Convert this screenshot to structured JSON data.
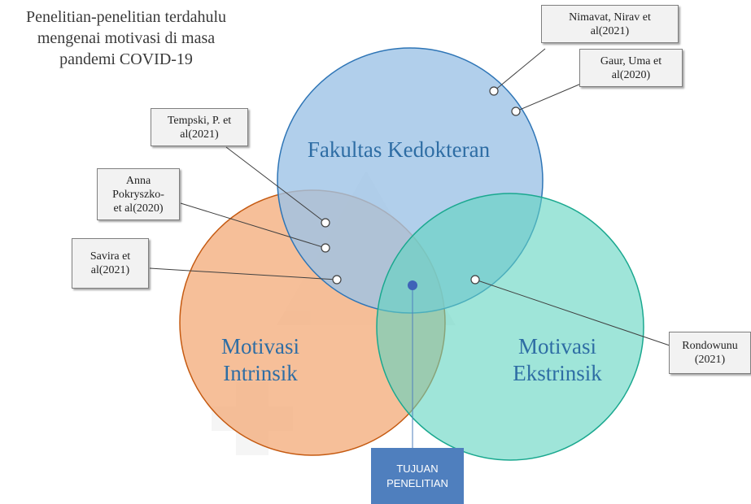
{
  "title": "Penelitian-penelitian terdahulu\nmengenai motivasi di masa\npandemi COVID-19",
  "circles": {
    "fakultas": {
      "label": "Fakultas Kedokteran",
      "fill": "#9dc3e6",
      "stroke": "#2e75b6"
    },
    "intrinsik": {
      "label": "Motivasi\nIntrinsik",
      "fill": "#f4b183",
      "stroke": "#c55a11"
    },
    "ekstrinsik": {
      "label": "Motivasi\nEkstrinsik",
      "fill": "#5fd3bf",
      "stroke": "#1aa88f"
    }
  },
  "callouts": {
    "nimavat": "Nimavat, Nirav et\nal(2021)",
    "gaur": "Gaur, Uma et\nal(2020)",
    "tempski": "Tempski, P. et\nal(2021)",
    "anna": "Anna\nPokryszko-\net al(2020)",
    "savira": "Savira et\nal(2021)",
    "rondowunu": "Rondowunu\n(2021)"
  },
  "tujuan": "TUJUAN\nPENELITIAN",
  "colors": {
    "label_text": "#2e6da4",
    "callout_bg": "#f2f2f2",
    "tujuan_bg": "#4f7fbe",
    "center_dot": "#3f63b8"
  }
}
